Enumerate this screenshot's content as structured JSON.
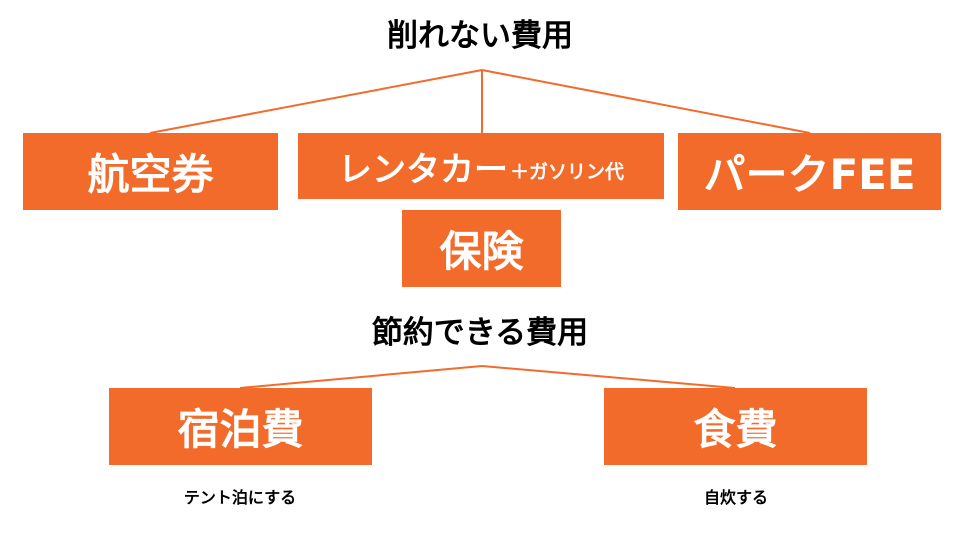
{
  "colors": {
    "box": "#F26B2A",
    "line": "#F26B2A",
    "text_on_box": "#FFFFFF"
  },
  "fixed": {
    "heading": "削れない費用",
    "items": {
      "airfare": "航空券",
      "rental_car": "レンタカー",
      "rental_car_suffix": "＋ガソリン代",
      "park_fee": "パークFEE",
      "insurance": "保険"
    }
  },
  "savable": {
    "heading": "節約できる費用",
    "items": {
      "lodging": "宿泊費",
      "food": "食費"
    },
    "notes": {
      "lodging": "テント泊にする",
      "food": "自炊する"
    }
  }
}
